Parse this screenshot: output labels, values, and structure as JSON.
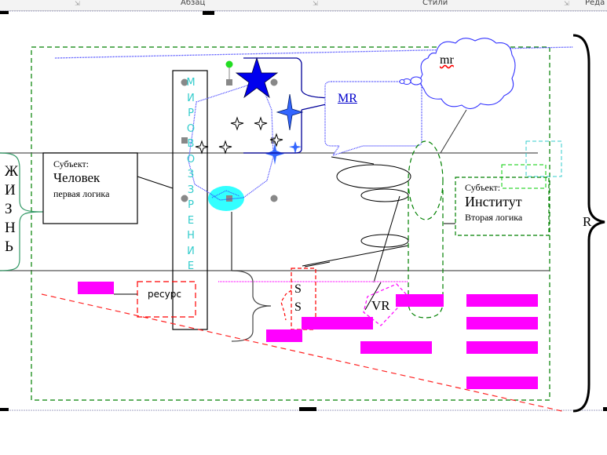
{
  "ribbon": {
    "groups": [
      {
        "label": "Абзац"
      },
      {
        "label": "Стили"
      },
      {
        "label": "Реда"
      }
    ],
    "launcher_icon": "dialog-launcher-icon"
  },
  "diagram": {
    "life_label": [
      "Ж",
      "И",
      "З",
      "Н",
      "Ь"
    ],
    "worldview_label": [
      "М",
      "И",
      "Р",
      "О",
      "В",
      "О",
      "З",
      "З",
      "Р",
      "Е",
      "Н",
      "И",
      "Е"
    ],
    "subject_left": {
      "caption": "Субъект:",
      "title": "Человек",
      "subtitle": "первая логика"
    },
    "subject_right": {
      "caption": "Субъект:",
      "title": "Институт",
      "subtitle": "Вторая логика"
    },
    "callout_label": "MR",
    "cloud_label": "mr",
    "resource_label": "ресурс",
    "s_labels": [
      "S",
      "S"
    ],
    "vr_label": "VR",
    "r_label": "R",
    "colors": {
      "magenta": "#ff00ff",
      "green_dashed": "#008000",
      "red_dashed": "#ff0000",
      "blue_star": "#0000ff",
      "light_blue_star": "#3366ff",
      "cyan": "#33ffff",
      "worldview_text": "#33cccc"
    }
  }
}
